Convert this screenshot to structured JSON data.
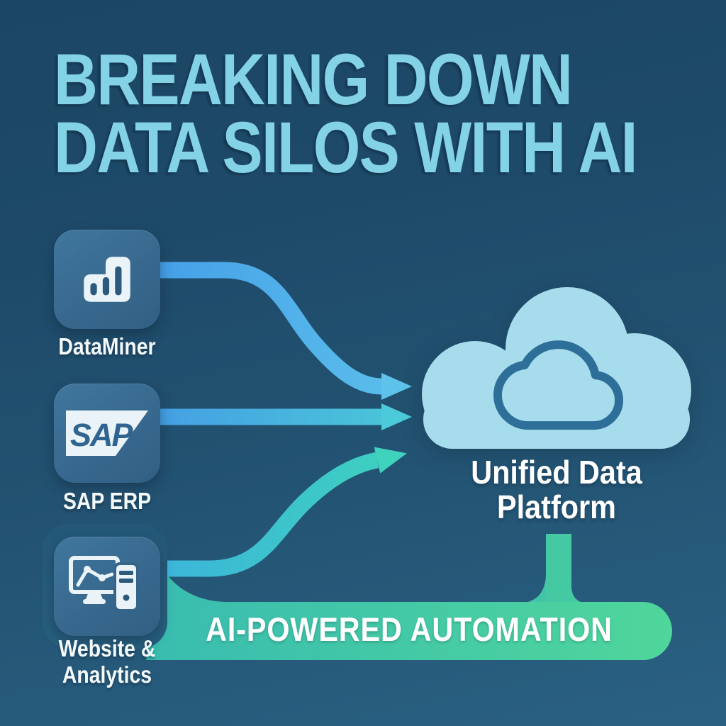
{
  "title": {
    "line1": "BREAKING DOWN",
    "line2": "DATA SILOS WITH AI"
  },
  "sources": [
    {
      "label": "DataMiner",
      "icon": "bar-chart-icon"
    },
    {
      "label": "SAP ERP",
      "icon": "sap-logo-icon",
      "logo_text": "SAP"
    },
    {
      "label_line1": "Website &",
      "label_line2": "Analytics",
      "icon": "monitor-analytics-icon"
    }
  ],
  "destination": {
    "icon": "cloud-icon",
    "label_line1": "Unified Data",
    "label_line2": "Platform"
  },
  "banner": {
    "label": "AI-POWERED AUTOMATION"
  },
  "flows": [
    {
      "from": "DataMiner",
      "to": "Unified Data Platform"
    },
    {
      "from": "SAP ERP",
      "to": "Unified Data Platform"
    },
    {
      "from": "Website & Analytics",
      "to": "Unified Data Platform"
    }
  ],
  "colors": {
    "background_top": "#1b4664",
    "background_bottom": "#2a6183",
    "title_text": "#84d2e5",
    "tile_fill": "#38688e",
    "tile_glyph_light": "#eaf3f8",
    "tile_glyph_dark": "#2b5a7d",
    "label_text": "#f4f9fb",
    "arrow_blue_start": "#46a0e8",
    "arrow_blue_end": "#5bc0ea",
    "arrow_teal_end": "#4ac8d7",
    "arrow_green_end": "#3ed2bd",
    "cloud_fill": "#a6dcec",
    "cloud_outline": "#2e6f9a",
    "banner_left": "#39bcb0",
    "banner_right": "#4fd69b",
    "pipe_fill": "#45c9a3"
  }
}
